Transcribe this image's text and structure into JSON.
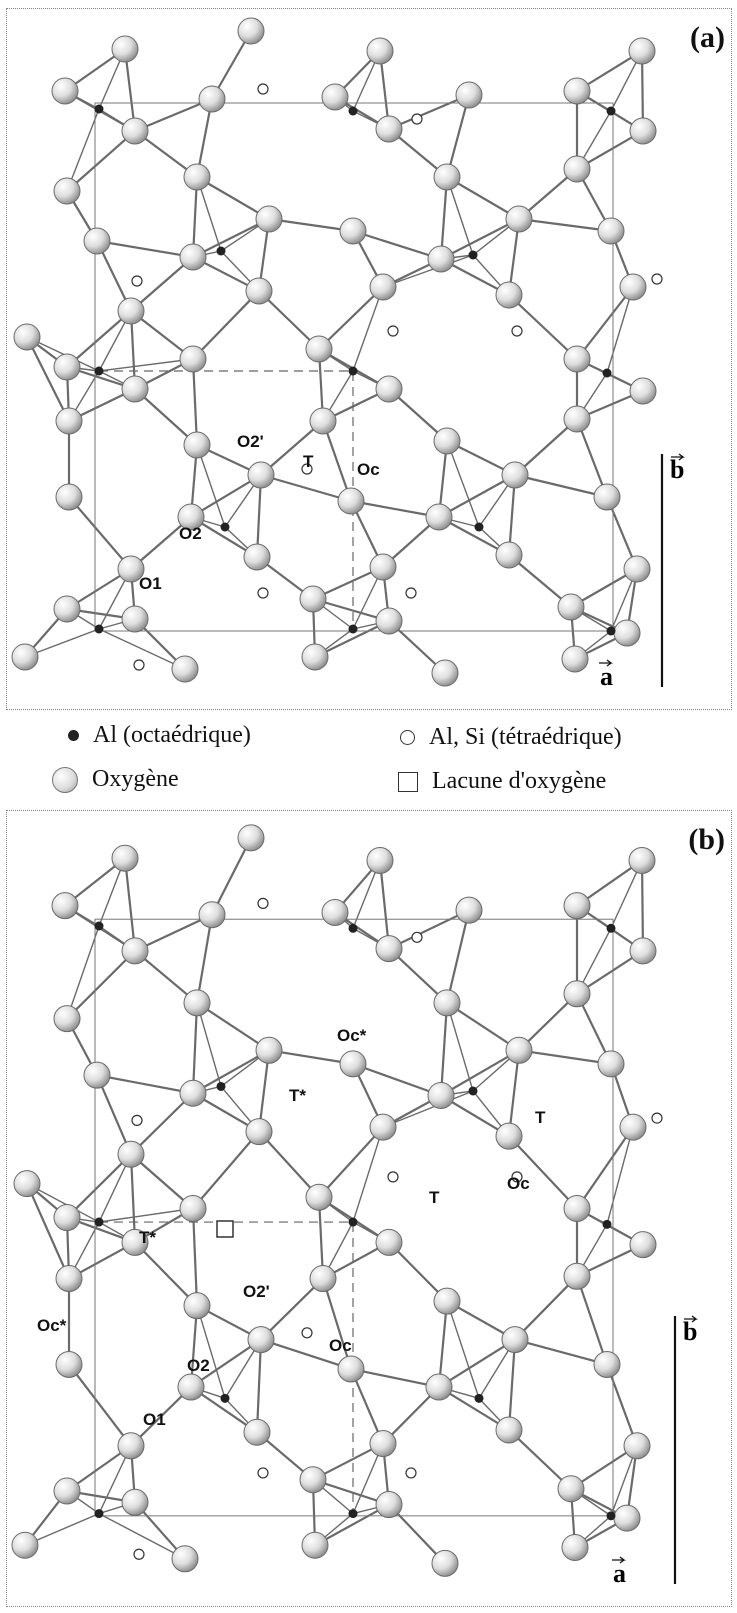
{
  "panel_a": {
    "tag": "(a)",
    "labels": {
      "o2p": "O2'",
      "t": "T",
      "oc": "Oc",
      "o2": "O2",
      "o1": "O1"
    },
    "axis_b": "b",
    "axis_a": "a"
  },
  "legend": {
    "al_oct": "Al (octaédrique)",
    "al_si_tet": "Al, Si (tétraédrique)",
    "oxygen": "Oxygène",
    "vacancy": "Lacune d'oxygène"
  },
  "panel_b": {
    "tag": "(b)",
    "labels": {
      "oc_star_top": "Oc*",
      "t_star_top": "T*",
      "t_right": "T",
      "oc_right": "Oc",
      "t_mid": "T",
      "t_star_left": "T*",
      "o2p": "O2'",
      "oc_star_left": "Oc*",
      "oc_mid": "Oc",
      "o2": "O2",
      "o1": "O1"
    },
    "axis_b": "b",
    "axis_a": "a"
  },
  "colors": {
    "oxygen_light": "#ffffff",
    "oxygen_shade": "#9a9a9a",
    "al_oct": "#222222",
    "bond": "#555555"
  }
}
